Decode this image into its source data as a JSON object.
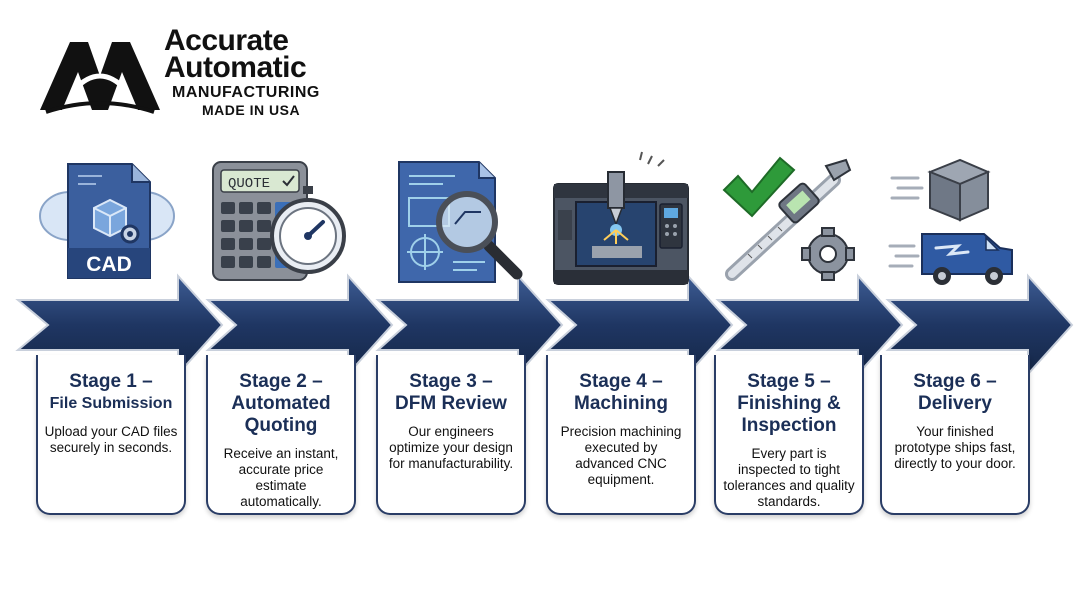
{
  "logo": {
    "line1": "Accurate",
    "line2": "Automatic",
    "line3": "MANUFACTURING",
    "line4": "MADE IN USA"
  },
  "colors": {
    "arrow_dark": "#1b2f57",
    "arrow_light": "#3d5c94",
    "text_dark": "#1b2f57",
    "check_green": "#2e9a3a"
  },
  "stages": [
    {
      "number": "Stage 1 –",
      "title_lines": [
        "File Submission"
      ],
      "description": "Upload your CAD files securely in seconds.",
      "icon": "cad-file-cloud-icon",
      "icon_text": "CAD"
    },
    {
      "number": "Stage 2 –",
      "title_lines": [
        "Automated",
        "Quoting"
      ],
      "description": "Receive an instant, accurate price estimate automatically.",
      "icon": "calculator-stopwatch-icon",
      "icon_text": "QUOTE"
    },
    {
      "number": "Stage 3 –",
      "title_lines": [
        "DFM Review"
      ],
      "description": "Our engineers optimize your design for manufacturability.",
      "icon": "blueprint-magnifier-icon"
    },
    {
      "number": "Stage 4 –",
      "title_lines": [
        "Machining"
      ],
      "description": "Precision machining executed by advanced CNC equipment.",
      "icon": "cnc-machine-icon"
    },
    {
      "number": "Stage 5 –",
      "title_lines": [
        "Finishing &",
        "Inspection"
      ],
      "description": "Every part is inspected to tight tolerances and quality standards.",
      "icon": "caliper-check-gear-icon"
    },
    {
      "number": "Stage 6 –",
      "title_lines": [
        "Delivery"
      ],
      "description": "Your finished prototype ships fast, directly to your door.",
      "icon": "box-delivery-van-icon"
    }
  ]
}
